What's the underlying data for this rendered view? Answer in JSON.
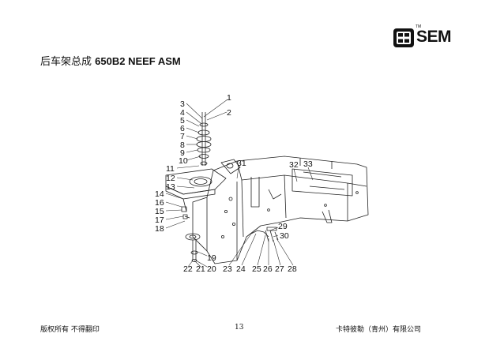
{
  "header": {
    "brand": "SEM",
    "trademark": "TM",
    "title_cn": "后车架总成",
    "title_en": "650B2 NEEF ASM"
  },
  "callouts": [
    "1",
    "2",
    "3",
    "4",
    "5",
    "6",
    "7",
    "8",
    "9",
    "10",
    "11",
    "12",
    "13",
    "14",
    "15",
    "16",
    "17",
    "18",
    "19",
    "20",
    "21",
    "22",
    "23",
    "24",
    "25",
    "26",
    "27",
    "28",
    "29",
    "30",
    "31",
    "32",
    "33"
  ],
  "footer": {
    "copyright": "版权所有 不得翻印",
    "page_number": "13",
    "company": "卡特彼勒（青州）有限公司"
  }
}
